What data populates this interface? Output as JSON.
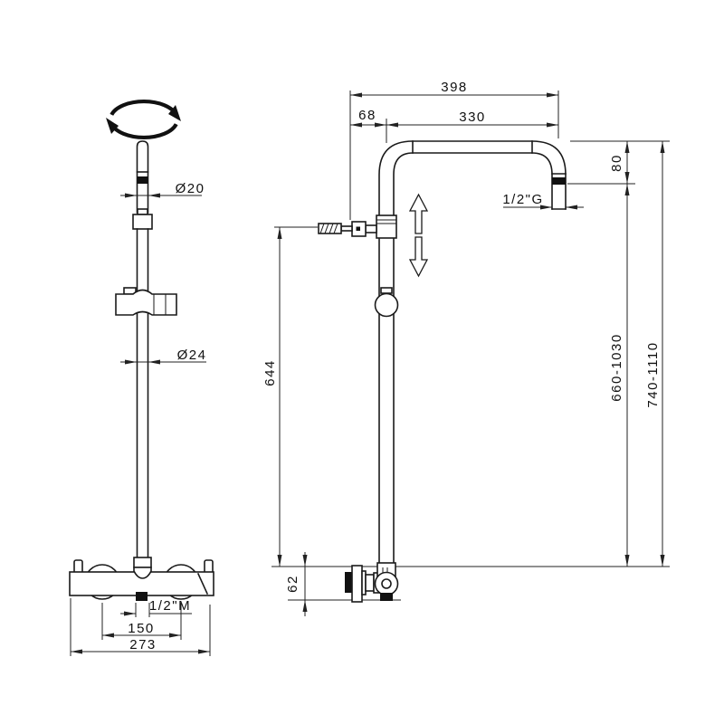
{
  "drawing": {
    "type": "technical-dimension-drawing",
    "subject": "thermostatic shower riser rail with overhead arm and mixer valve",
    "views": {
      "left": "front view",
      "right": "side view"
    },
    "colors": {
      "line": "#1a1a1a",
      "dimension": "#222222",
      "background": "#ffffff"
    }
  },
  "left_view": {
    "head_pipe_dia": "Ø20",
    "riser_dia": "Ø24",
    "outlet_thread": "1/2\"M",
    "inlet_spacing": "150",
    "valve_width": "273"
  },
  "right_view": {
    "overall_reach": "398",
    "holder_offset": "68",
    "arm_span": "330",
    "head_drop": "80",
    "shower_thread": "1/2\"G",
    "riser_height": "644",
    "valve_body_height": "62",
    "range_inner": "660-1030",
    "range_outer": "740-1110"
  }
}
